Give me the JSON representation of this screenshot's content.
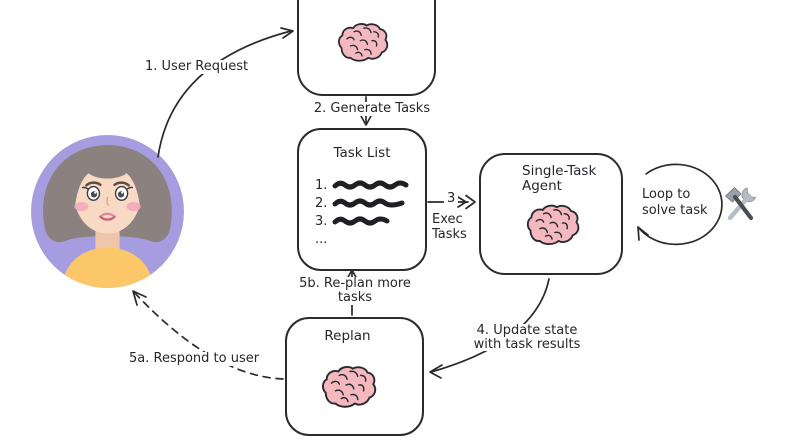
{
  "diagram": {
    "colors": {
      "stroke": "#2a2a30",
      "brain_fill": "#f4b8bf",
      "avatar_circle": "#a69de1",
      "hair": "#8b817e",
      "skin": "#f7d9c4",
      "shirt": "#fbc768",
      "blush": "#f3a9bc"
    },
    "labels": {
      "user_request": "1. User Request",
      "generate_tasks": "2. Generate Tasks",
      "exec_num": "3",
      "exec_tasks": "Exec\nTasks",
      "update_state": "4. Update state\nwith task results",
      "replan_more": "5b. Re-plan more\ntasks",
      "respond": "5a. Respond to user",
      "loop": "Loop to\nsolve task"
    },
    "nodes": {
      "generate": {
        "icon": "brain-icon"
      },
      "task_list": {
        "title": "Task List",
        "items": [
          "1.",
          "2.",
          "3.",
          "..."
        ]
      },
      "agent": {
        "title": "Single-Task\nAgent",
        "icon": "brain-icon"
      },
      "replan": {
        "title": "Replan",
        "icon": "brain-icon"
      }
    },
    "icons": {
      "tools": "hammer-wrench-icon",
      "user": "user-avatar"
    }
  }
}
